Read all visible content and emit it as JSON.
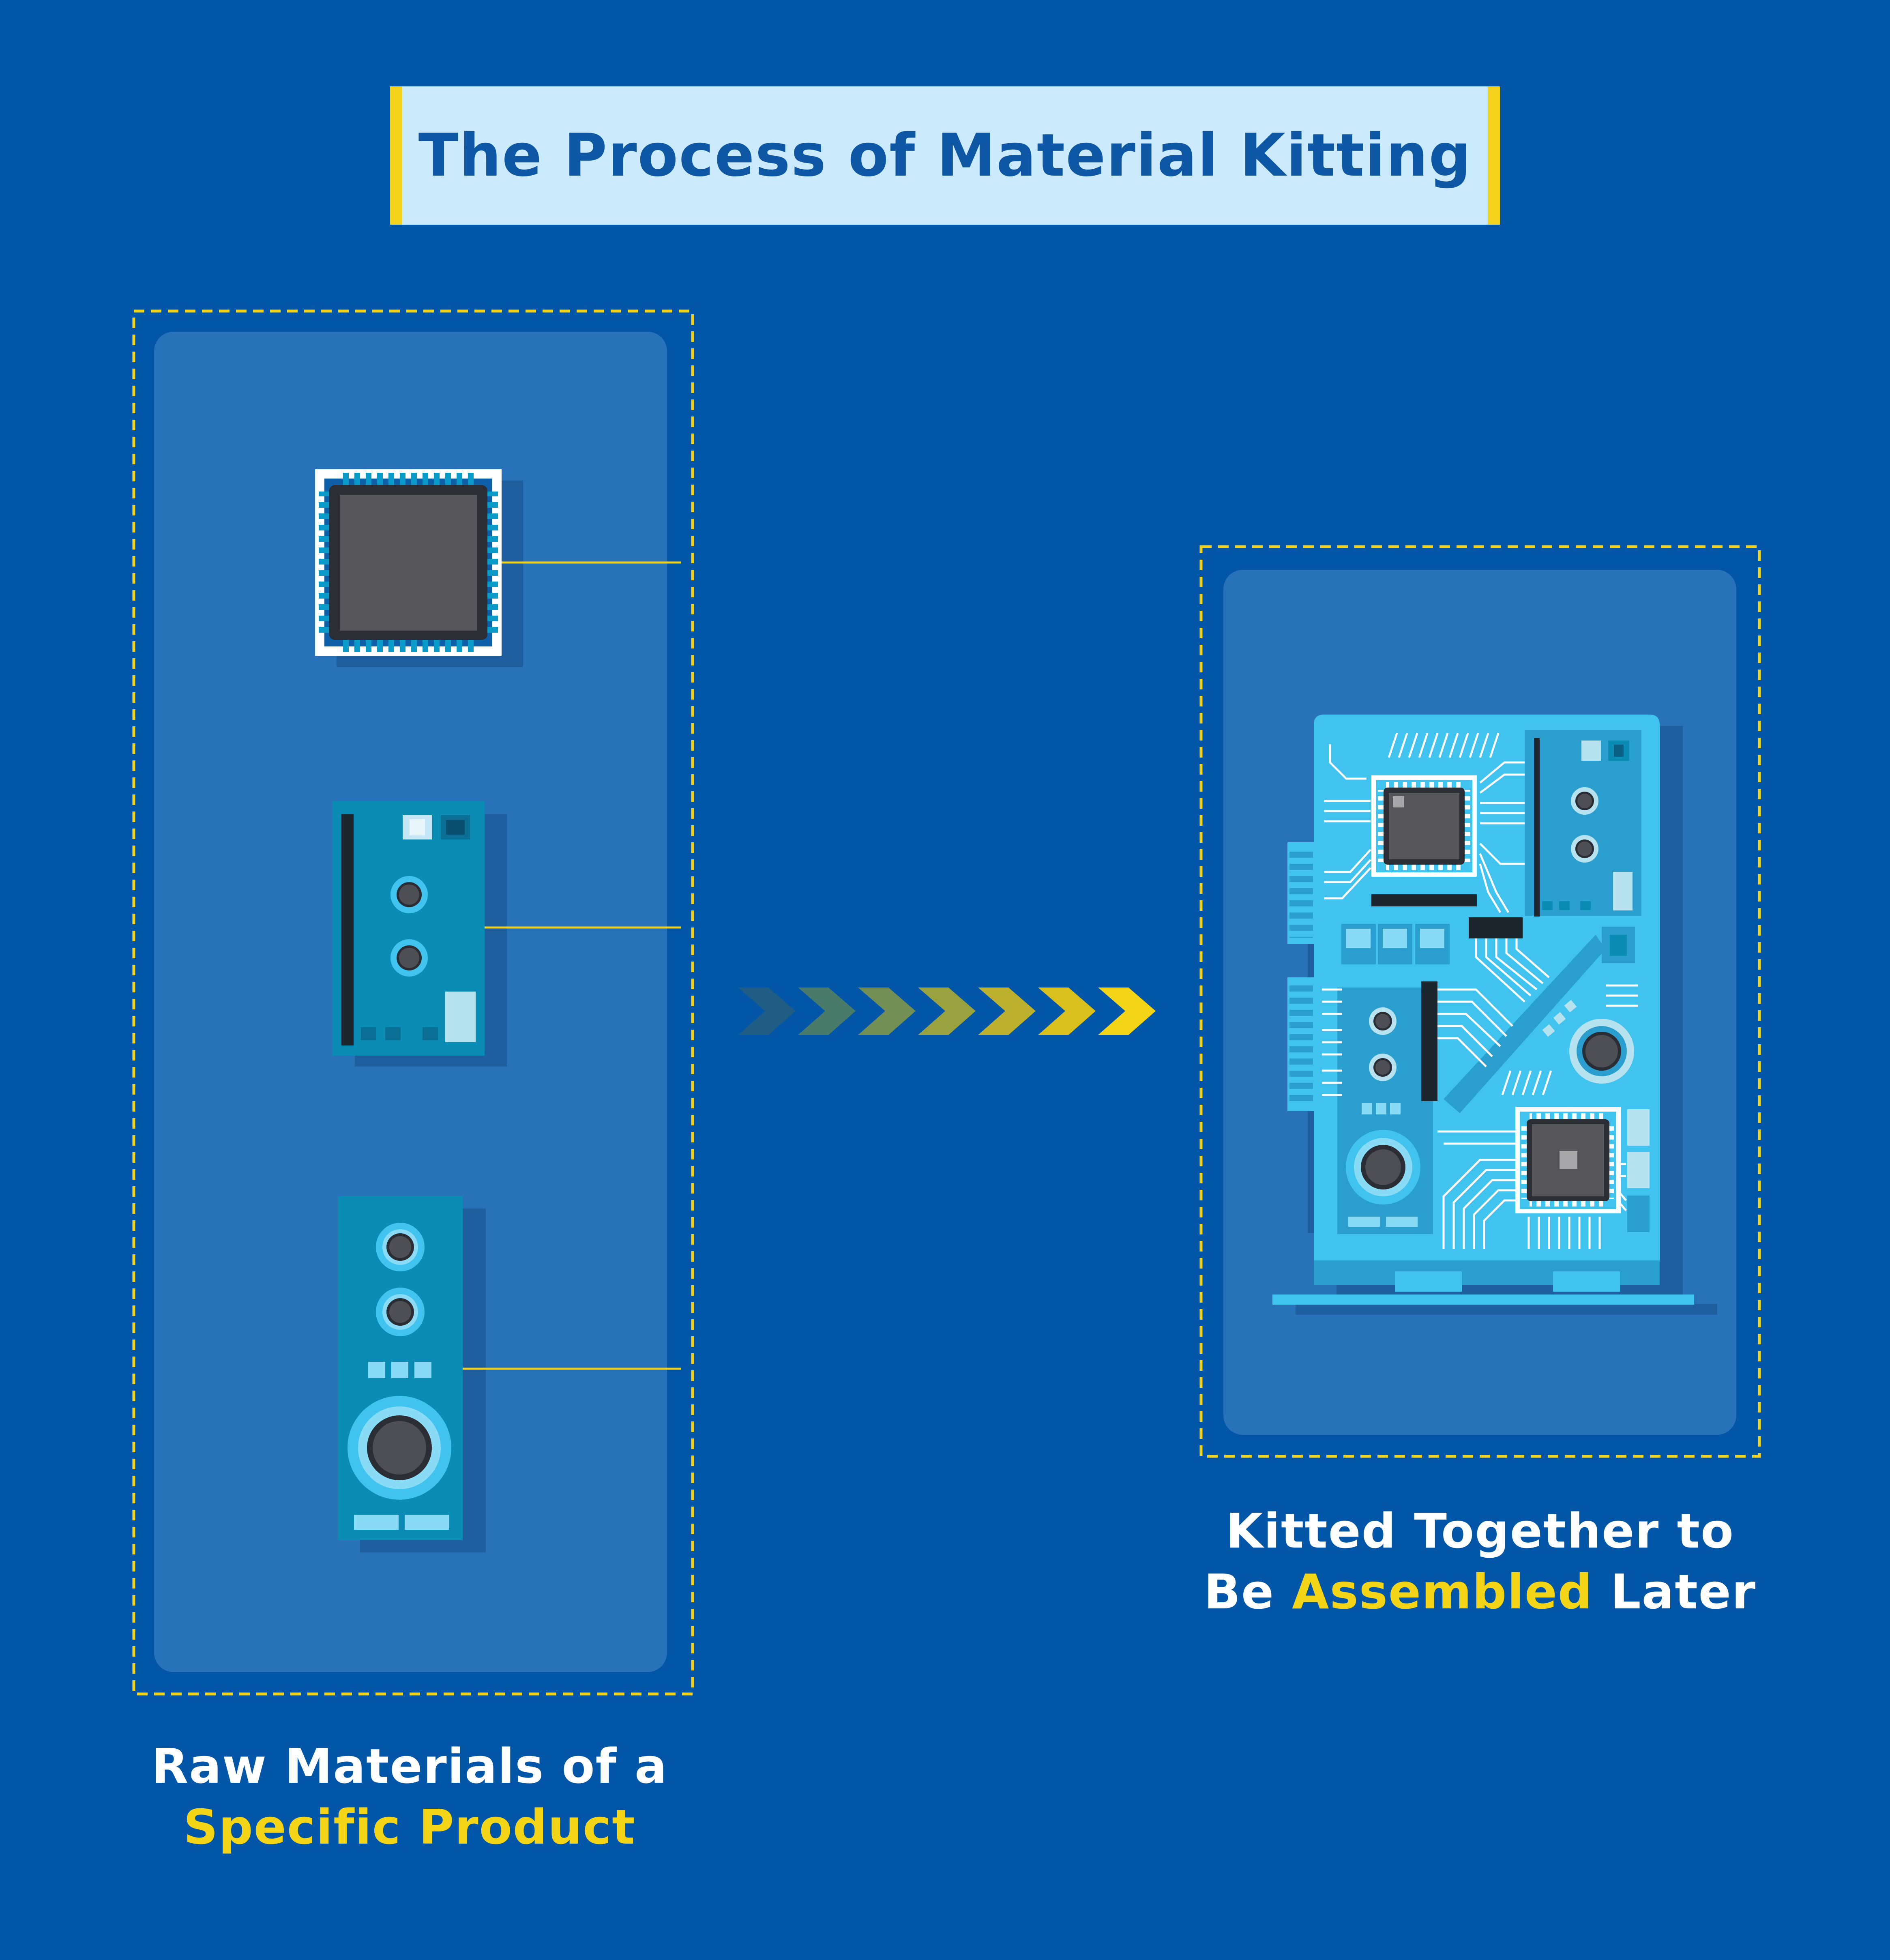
{
  "title": "The Process of Material Kitting",
  "left_caption": {
    "line1": "Raw Materials of a",
    "line2": "Specific Product"
  },
  "right_caption": {
    "line1": "Kitted Together to",
    "line2_pre": "Be ",
    "line2_highlight": "Assembled",
    "line2_post": " Later"
  },
  "colors": {
    "background": "#0256a8",
    "panel": "#2872b9",
    "accent_yellow": "#f2d21a",
    "board_light": "#40c3ef",
    "board_teal": "#0a8cb4",
    "chip_grey": "#56565a"
  },
  "icons": [
    "microchip-icon",
    "circuit-module-icon",
    "sensor-module-icon",
    "progress-chevrons-icon",
    "assembled-circuit-board-icon"
  ]
}
